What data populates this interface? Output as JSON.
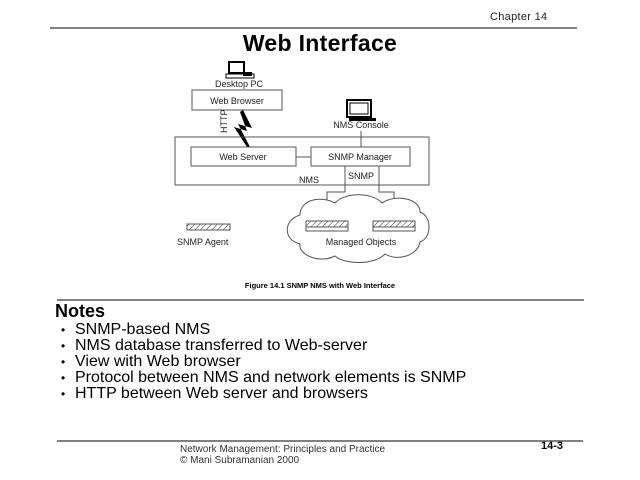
{
  "header": {
    "chapter": "Chapter 14",
    "title": "Web Interface"
  },
  "diagram": {
    "desktop_pc_label": "Desktop PC",
    "web_browser_label": "Web Browser",
    "http_label": "HTTP",
    "nms_console_label": "NMS Console",
    "web_server_label": "Web Server",
    "snmp_manager_label": "SNMP Manager",
    "nms_label": "NMS",
    "snmp_label": "SNMP",
    "snmp_agent_label": "SNMP Agent",
    "managed_objects_label": "Managed Objects",
    "caption": "Figure 14.1 SNMP NMS with Web Interface"
  },
  "notes": {
    "heading": "Notes",
    "items": [
      "SNMP-based NMS",
      "NMS database transferred to Web-server",
      "View with Web browser",
      "Protocol between NMS and network elements is SNMP",
      "HTTP between Web server and browsers"
    ]
  },
  "footer": {
    "line1": "Network Management: Principles and Practice",
    "line2": "© Mani Subramanian 2000",
    "page_number": "14-3"
  }
}
